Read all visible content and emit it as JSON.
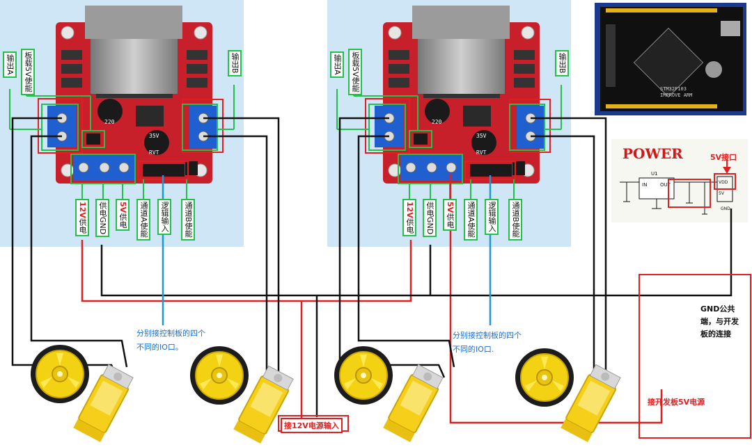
{
  "driver_left": {
    "labels": {
      "out_a": "输出A",
      "board_5v_enable": "板载5V使能",
      "out_b": "输出B",
      "v12_prefix": "12V",
      "v12_suffix": "供电",
      "gnd": "供电GND",
      "v5_prefix": "5V",
      "v5_suffix": "供电",
      "channel_a_enable": "通道A使能",
      "logic_input": "逻辑输入",
      "channel_b_enable": "通道B使能"
    },
    "silk": {
      "cap_1": "220",
      "cap_2": "35V",
      "cap_3": "RVT"
    }
  },
  "driver_right": {
    "labels": {
      "out_a": "输出A",
      "board_5v_enable": "板载5V使能",
      "out_b": "输出B",
      "v12_prefix": "12V",
      "v12_suffix": "供电",
      "gnd": "供电GND",
      "v5_prefix": "5V",
      "v5_suffix": "供电",
      "channel_a_enable": "通道A使能",
      "logic_input": "逻辑输入",
      "channel_b_enable": "通道B使能"
    },
    "silk": {
      "cap_1": "220",
      "cap_2": "35V",
      "cap_3": "RVT"
    }
  },
  "notes": {
    "left_io_line1": "分别接控制板的四个",
    "left_io_line2": "不同的IO口。",
    "right_io_line1": "分别接控制板的四个",
    "right_io_line2": "不同的IO口.",
    "power_in": "接12V电源输入",
    "dev_5v": "接开发板5V电源",
    "gnd_line1": "GND公共",
    "gnd_line2": "端，与开发",
    "gnd_line3": "板的连接",
    "port_5v": "5V接口"
  },
  "power_schematic": {
    "title": "POWER",
    "in_label": "IN",
    "out_label": "OUT",
    "gnd_label": "GND",
    "reg_label": "U1",
    "pin_vdd": "VDD",
    "pin_5v": "5V"
  },
  "mcu_board": {
    "silk_line1": "STM32F103",
    "silk_line2": "IMPROVE ARM"
  },
  "colors": {
    "wire_red": "#e02020",
    "wire_black": "#111111",
    "wire_blue": "#1a9ad6",
    "label_green": "#22c24a",
    "panel_blue": "#cfe6f7",
    "pcb_red": "#c8202a",
    "terminal_blue": "#1f5fd0",
    "wheel_yellow": "#f3d214",
    "motor_yellow": "#f5cf1a"
  }
}
